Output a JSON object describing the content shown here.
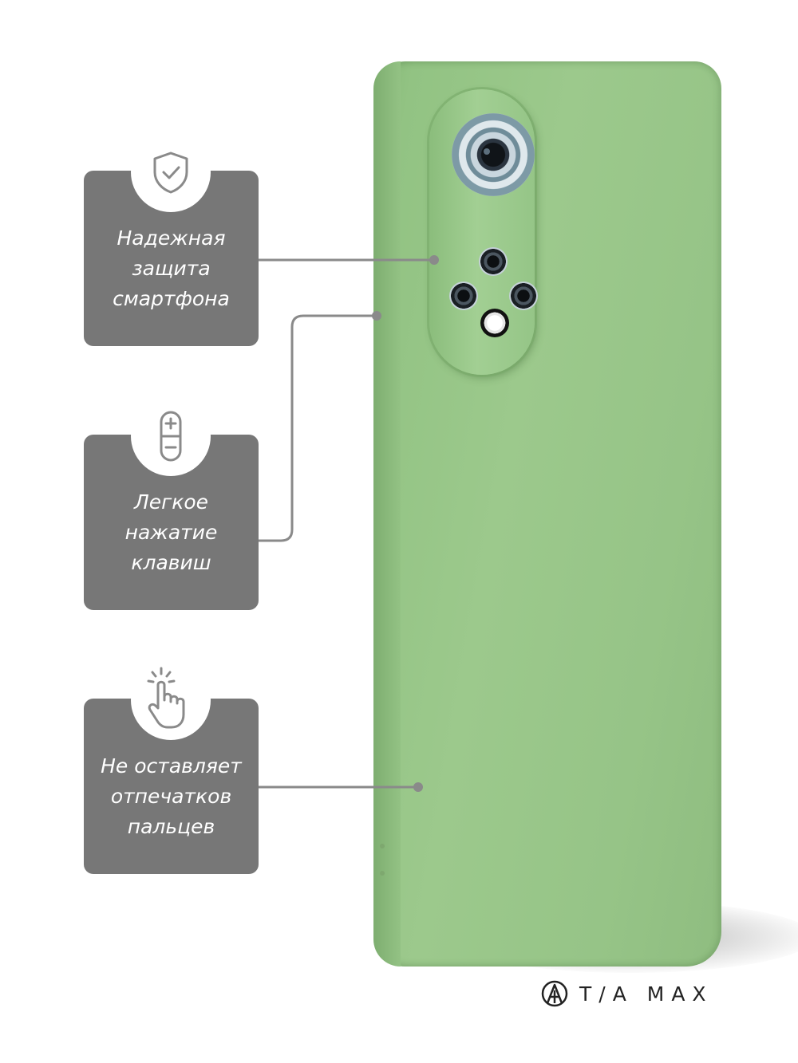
{
  "features": [
    {
      "icon": "shield-check-icon",
      "lines": [
        "Надежная",
        "защита",
        "смартфона"
      ]
    },
    {
      "icon": "volume-buttons-icon",
      "lines": [
        "Легкое",
        "нажатие",
        "клавиш"
      ]
    },
    {
      "icon": "touch-hand-icon",
      "lines": [
        "Не оставляет",
        "отпечатков",
        "пальцев"
      ]
    }
  ],
  "brand": {
    "name": "T/A MAX"
  },
  "colors": {
    "case": "#96c487",
    "card": "#777777",
    "line": "#8a8a8a"
  }
}
